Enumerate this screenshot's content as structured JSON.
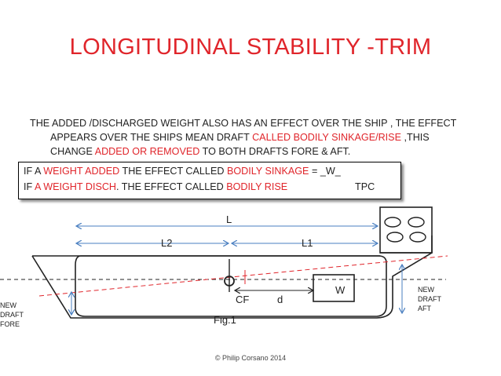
{
  "slide": {
    "title": "LONGITUDINAL  STABILITY -TRIM",
    "para_line1": "THE ADDED /DISCHARGED WEIGHT ALSO HAS AN EFFECT OVER THE SHIP , THE EFFECT",
    "para_line2a": "APPEARS  OVER THE SHIPS MEAN DRAFT ",
    "para_line2b": "CALLED BODILY SINKAGE/RISE",
    "para_line2c": " ,THIS",
    "para_line3a": "CHANGE ",
    "para_line3b": "ADDED OR REMOVED",
    "para_line3c": " TO BOTH DRAFTS FORE & AFT.",
    "box_line1a": "IF A ",
    "box_line1b": "WEIGHT ADDED",
    "box_line1c": " THE EFFECT CALLED  ",
    "box_line1d": "BODILY SINKAGE",
    "box_line1e": "  =     _W_",
    "box_line2a": "IF ",
    "box_line2b": "A WEIGHT DISCH",
    "box_line2c": ".  THE EFFECT CALLED   ",
    "box_line2d": "BODILY  RISE",
    "box_line2e": "TPC",
    "copyright": "© Philip Corsano 2014"
  },
  "diagram": {
    "label_L": "L",
    "label_L2": "L2",
    "label_L1": "L1",
    "label_CF": "CF",
    "label_d": "d",
    "label_W": "W",
    "label_fig": "Fig.1",
    "label_new_draft_fore": [
      "NEW",
      "DRAFT",
      "FORE"
    ],
    "label_new_draft_aft": [
      "NEW",
      "DRAFT",
      "AFT"
    ],
    "colors": {
      "accent_red": "#e0252b",
      "arrow_blue": "#4a7fc0",
      "line_dark": "#222222"
    }
  }
}
